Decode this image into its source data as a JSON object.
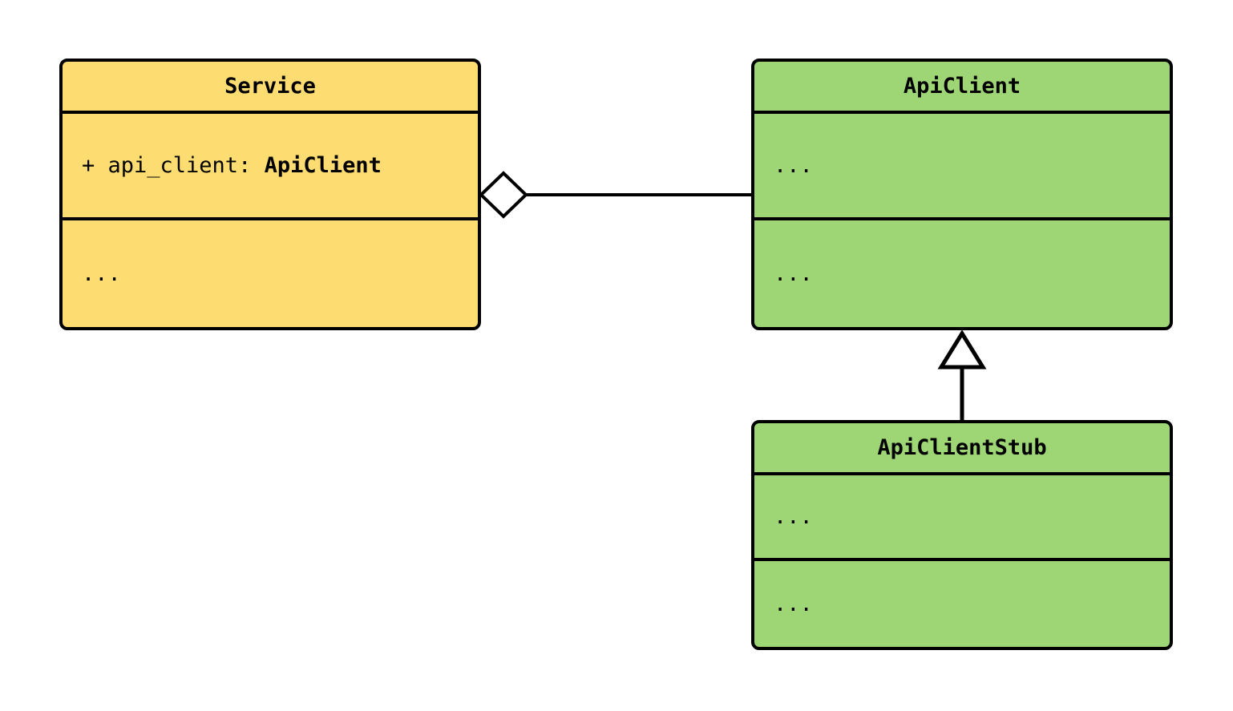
{
  "diagram": {
    "kind": "uml-class-diagram",
    "background_color": "#ffffff",
    "stroke_color": "#000000",
    "classes": [
      {
        "id": "service",
        "name": "Service",
        "fill_color": "#fddc72",
        "attributes_text": "+ api_client: ",
        "attributes_type": "ApiClient",
        "operations_text": "..."
      },
      {
        "id": "api-client",
        "name": "ApiClient",
        "fill_color": "#9ed575",
        "attributes_text": "...",
        "operations_text": "..."
      },
      {
        "id": "api-client-stub",
        "name": "ApiClientStub",
        "fill_color": "#9ed575",
        "attributes_text": "...",
        "operations_text": "..."
      }
    ],
    "relationships": [
      {
        "id": "service-aggregates-api-client",
        "type": "aggregation",
        "source": "Service",
        "target": "ApiClient",
        "marker": "hollow-diamond",
        "marker_fill": "#ffffff"
      },
      {
        "id": "api-client-stub-inherits-api-client",
        "type": "generalization",
        "source": "ApiClientStub",
        "target": "ApiClient",
        "marker": "hollow-triangle",
        "marker_fill": "#ffffff"
      }
    ]
  }
}
